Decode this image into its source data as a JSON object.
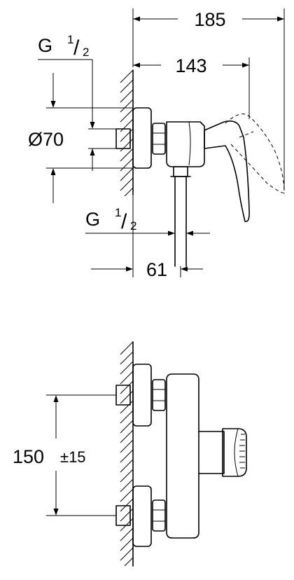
{
  "dimensions": {
    "overall_width": "185",
    "wall_to_spout": "143",
    "outlet_diameter": "Ø70",
    "thread_top": {
      "main": "G",
      "num": "1",
      "den": "2"
    },
    "thread_bottom": {
      "main": "G",
      "num": "1",
      "den": "2"
    },
    "outlet_offset": "61",
    "center_distance": "150",
    "center_tolerance": "±15"
  }
}
